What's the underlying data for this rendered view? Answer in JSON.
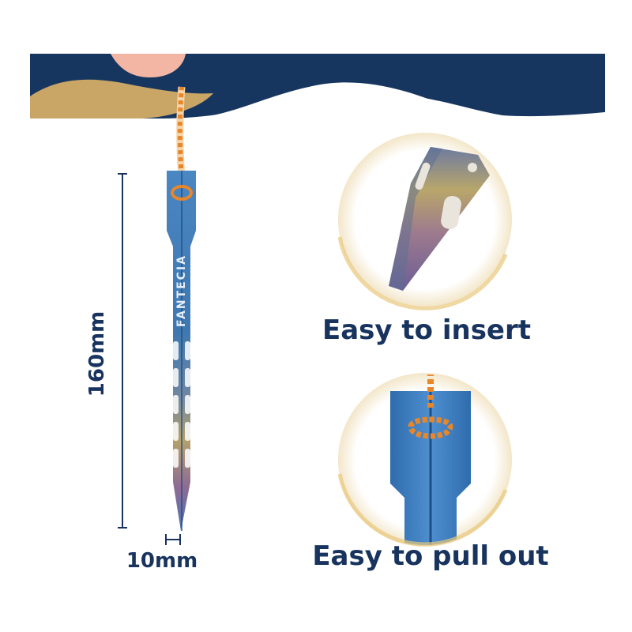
{
  "features": {
    "insert_label": "Easy to insert",
    "pull_label": "Easy to pull out"
  },
  "dimensions": {
    "length_label": "160mm",
    "width_label": "10mm"
  },
  "product": {
    "brand_text": "FANTECIA"
  },
  "colors": {
    "navy": "#17365f",
    "gold": "#c9a566",
    "blush": "#f4b6a4",
    "ti_blue": "#3f7fbd",
    "ti_gold": "#b5a16a",
    "ti_purple": "#8e6e9c",
    "cord_orange": "#e8862a",
    "text": "#17335e"
  },
  "icons": [
    "tent-stake-image",
    "stake-tip-closeup",
    "stake-head-closeup",
    "dimension-line"
  ]
}
